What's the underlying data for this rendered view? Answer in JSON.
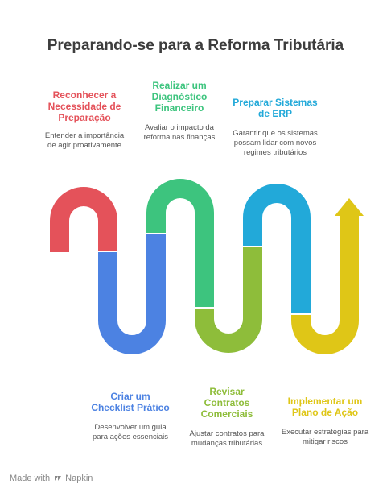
{
  "title": "Preparando-se para a Reforma Tributária",
  "steps": [
    {
      "head": "Reconhecer a Necessidade de Preparação",
      "desc": "Entender a importância de agir proativamente",
      "color": "#e4525a"
    },
    {
      "head": "Criar um Checklist Prático",
      "desc": "Desenvolver um guia para ações essenciais",
      "color": "#4c82e2"
    },
    {
      "head": "Realizar um Diagnóstico Financeiro",
      "desc": "Avaliar o impacto da reforma nas finanças",
      "color": "#3dc47e"
    },
    {
      "head": "Revisar Contratos Comerciais",
      "desc": "Ajustar contratos para mudanças tributárias",
      "color": "#8ebd3a"
    },
    {
      "head": "Preparar Sistemas de ERP",
      "desc": "Garantir que os sistemas possam lidar com novos regimes tributários",
      "color": "#22a9d9"
    },
    {
      "head": "Implementar um Plano de Ação",
      "desc": "Executar estratégias para mitigar riscos",
      "color": "#dfc617"
    }
  ],
  "footer": {
    "made_with": "Made with",
    "brand": "Napkin"
  }
}
